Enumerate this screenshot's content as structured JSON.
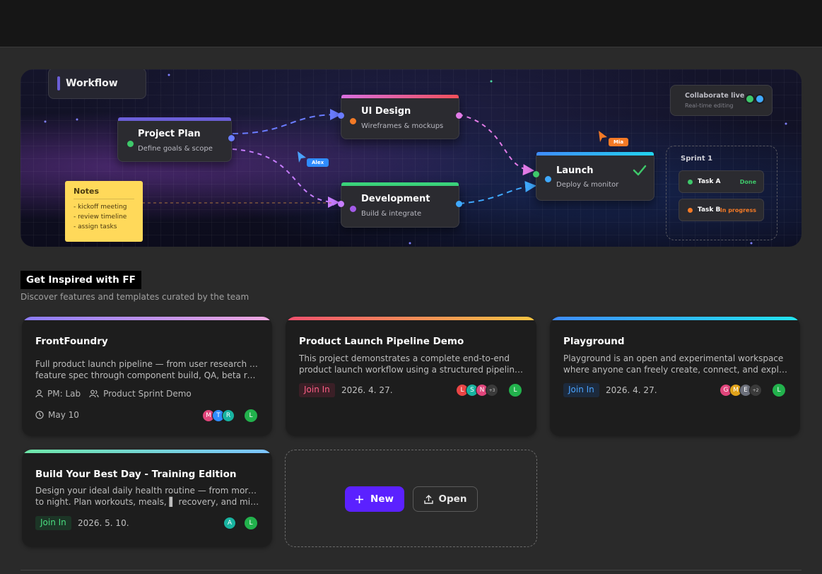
{
  "hero": {
    "title": "Workflow",
    "nodes": {
      "plan": {
        "title": "Project Plan",
        "subtitle": "Define goals & scope"
      },
      "design": {
        "title": "UI Design",
        "subtitle": "Wireframes & mockups"
      },
      "dev": {
        "title": "Development",
        "subtitle": "Build & integrate"
      },
      "launch": {
        "title": "Launch",
        "subtitle": "Deploy & monitor"
      }
    },
    "notes": {
      "title": "Notes",
      "items": [
        "- kickoff meeting",
        "- review timeline",
        "- assign tasks"
      ]
    },
    "collab": {
      "title": "Collaborate live",
      "subtitle": "Real-time editing"
    },
    "sprint": {
      "title": "Sprint 1",
      "tasks": [
        {
          "label": "Task A",
          "status": "Done"
        },
        {
          "label": "Task B",
          "status": "In progress"
        }
      ]
    },
    "cursors": {
      "alex": "Alex",
      "mia": "Mia"
    }
  },
  "section": {
    "title": "Get Inspired with FF",
    "subtitle": "Discover features and templates curated by the team"
  },
  "cards": [
    {
      "title": "FrontFoundry",
      "desc_lines": [
        "Full product launch pipeline — from user research and",
        "feature spec through component build, QA, beta rollou..."
      ],
      "pm": "PM: Lab",
      "group": "Product Sprint Demo",
      "date": "May 10",
      "avatars": [
        "M",
        "T",
        "R"
      ],
      "owner": "L"
    },
    {
      "title": "Product Launch Pipeline Demo",
      "desc_lines": [
        "This project demonstrates a complete end-to-end",
        "product launch workflow using a structured pipeline. It..."
      ],
      "badge": "Join In",
      "date": "2026. 4. 27.",
      "avatars": [
        "L",
        "S",
        "N"
      ],
      "more": "+3",
      "owner": "L"
    },
    {
      "title": "Playground",
      "desc_lines": [
        "Playground is an open and experimental workspace",
        "where anyone can freely create, connect, and explore..."
      ],
      "badge": "Join In",
      "date": "2026. 4. 27.",
      "avatars": [
        "G",
        "M",
        "E"
      ],
      "more": "+2",
      "owner": "L"
    },
    {
      "title": "Build Your Best Day - Training Edition",
      "desc_lines": [
        "Design your ideal daily health routine — from morning",
        "to night. Plan workouts, meals, ▌ recovery, and mindse..."
      ],
      "badge": "Join In",
      "date": "2026. 5. 10.",
      "avatars": [
        "A"
      ],
      "owner": "L"
    }
  ],
  "actions": {
    "new_label": "New",
    "open_label": "Open"
  }
}
